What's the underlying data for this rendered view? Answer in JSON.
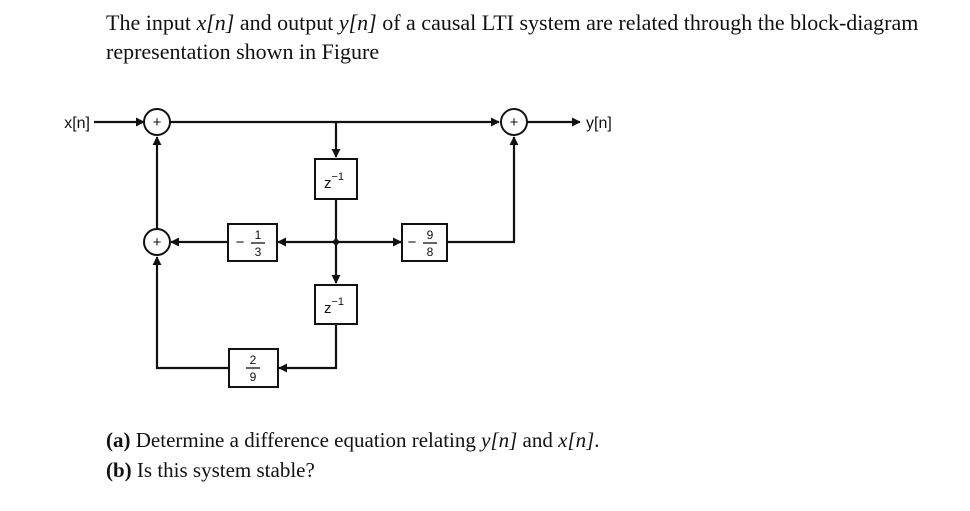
{
  "intro": {
    "part1": "The input ",
    "x_sym": "x[n]",
    "part2": " and output ",
    "y_sym": "y[n]",
    "part3": " of a causal LTI system are related through the block-diagram representation shown in Figure"
  },
  "diagram": {
    "input_label": "x[n]",
    "output_label": "y[n]",
    "adder_symbol": "+",
    "delay_base": "z",
    "delay_exp": "−1",
    "gain_neg_sign": "−",
    "gain_one_third": {
      "num": "1",
      "den": "3"
    },
    "gain_nine_eighths": {
      "num": "9",
      "den": "8"
    },
    "gain_two_ninths": {
      "num": "2",
      "den": "9"
    }
  },
  "questions": [
    {
      "label": "(a)",
      "text_1": " Determine a difference equation relating ",
      "y_sym": "y[n]",
      "text_2": " and ",
      "x_sym": "x[n]",
      "text_3": "."
    },
    {
      "label": "(b)",
      "text_1": " Is this system stable?"
    }
  ],
  "colors": {
    "ink": "#111111",
    "background": "#ffffff"
  }
}
